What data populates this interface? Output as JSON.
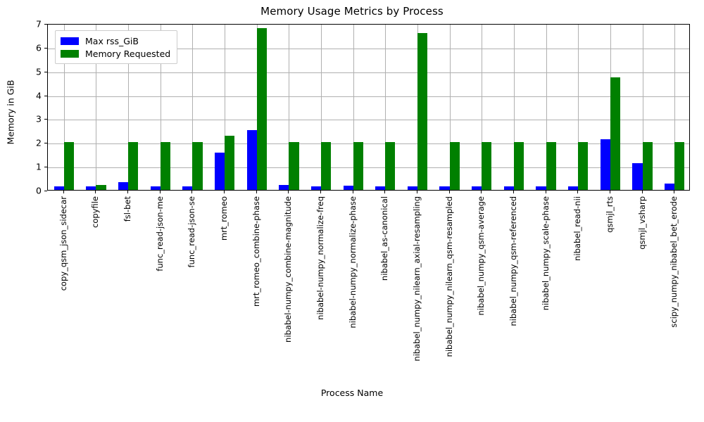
{
  "chart_data": {
    "type": "bar",
    "title": "Memory Usage Metrics by Process",
    "xlabel": "Process Name",
    "ylabel": "Memory in GiB",
    "ylim": [
      0,
      7
    ],
    "yticks": [
      0,
      1,
      2,
      3,
      4,
      5,
      6,
      7
    ],
    "grid": true,
    "legend_position": "upper left",
    "categories": [
      "copy_qsm_json_sidecar",
      "copyfile",
      "fsl-bet",
      "func_read-json-me",
      "func_read-json-se",
      "mrt_romeo",
      "mrt_romeo_combine-phase",
      "nibabel-numpy_combine-magnitude",
      "nibabel-numpy_normalize-freq",
      "nibabel-numpy_normalize-phase",
      "nibabel_as-canonical",
      "nibabel_numpy_nilearn_axial-resampling",
      "nibabel_numpy_nilearn_qsm-resampled",
      "nibabel_numpy_qsm-average",
      "nibabel_numpy_qsm-referenced",
      "nibabel_numpy_scale-phase",
      "nibabel_read-nii",
      "qsmjl_rts",
      "qsmjl_vsharp",
      "scipy_numpy_nibabel_bet_erode"
    ],
    "series": [
      {
        "name": "Max rss_GiB",
        "color": "#0000ff",
        "values": [
          0.16,
          0.16,
          0.34,
          0.16,
          0.16,
          1.58,
          2.52,
          0.22,
          0.16,
          0.19,
          0.16,
          0.16,
          0.16,
          0.16,
          0.16,
          0.16,
          0.16,
          2.13,
          1.12,
          0.28
        ]
      },
      {
        "name": "Memory Requested",
        "color": "#008000",
        "values": [
          2.0,
          0.22,
          2.0,
          2.0,
          2.0,
          2.28,
          6.79,
          2.0,
          2.0,
          2.0,
          2.0,
          6.58,
          2.0,
          2.0,
          2.0,
          2.0,
          2.0,
          4.73,
          2.0,
          2.0
        ]
      }
    ]
  },
  "legend": {
    "entries": [
      {
        "label": "Max rss_GiB"
      },
      {
        "label": "Memory Requested"
      }
    ]
  }
}
